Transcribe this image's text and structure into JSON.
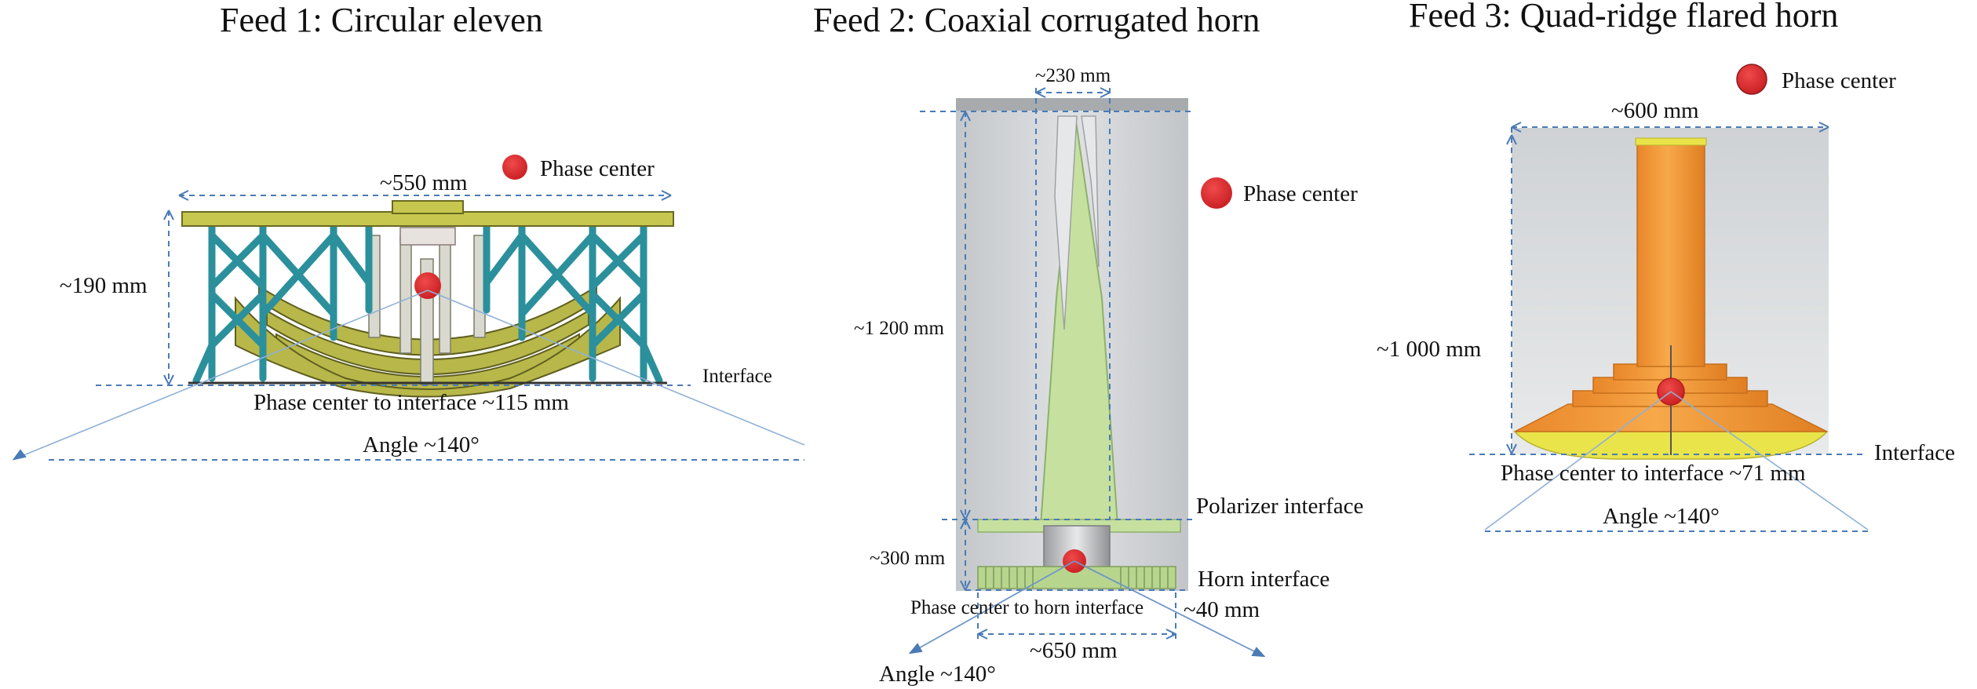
{
  "colors": {
    "phase_center": "#e0262b",
    "dimension_line": "#4a7bb7",
    "frame_teal": "#2f9aa7",
    "plate_olive": "#c3c25a",
    "horn_green": "#c6e0a0",
    "ridge_orange": "#f29a2e",
    "ridge_yellow": "#e9e44a",
    "bg_gray": "#c9cccf"
  },
  "feed1": {
    "title": "Feed 1: Circular eleven",
    "phase_center_label": "Phase center",
    "width_label": "~550 mm",
    "height_label": "~190 mm",
    "interface_label": "Interface",
    "pc_to_interface_label": "Phase center to interface ~115 mm",
    "angle_label": "Angle ~140°"
  },
  "feed2": {
    "title": "Feed 2: Coaxial corrugated horn",
    "top_width_label": "~230 mm",
    "phase_center_label": "Phase center",
    "length_label": "~1 200 mm",
    "polarizer_label": "Polarizer interface",
    "bottom_height_label": "~300 mm",
    "horn_interface_label": "Horn interface",
    "pc_to_horn_label": "Phase center to horn interface",
    "pc_to_horn_value": "~40 mm",
    "bottom_width_label": "~650 mm",
    "angle_label": "Angle ~140°"
  },
  "feed3": {
    "title": "Feed 3: Quad-ridge flared horn",
    "phase_center_label": "Phase center",
    "width_label": "~600 mm",
    "height_label": "~1 000 mm",
    "interface_label": "Interface",
    "pc_to_interface_label": "Phase center to interface ~71 mm",
    "angle_label": "Angle ~140°"
  }
}
